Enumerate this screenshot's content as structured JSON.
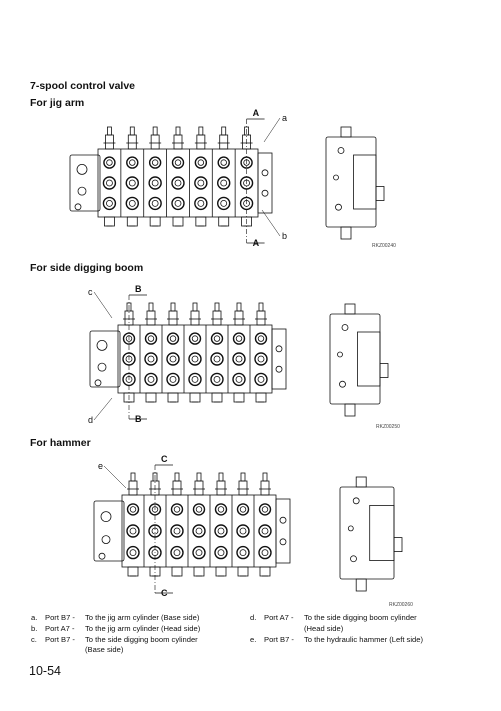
{
  "page": {
    "title": "7-spool control valve",
    "sections": [
      {
        "heading": "For jig arm",
        "code": "RKZ00240",
        "marker": "A",
        "callouts": [
          "a",
          "b"
        ]
      },
      {
        "heading": "For side digging boom",
        "code": "RKZ00250",
        "marker": "B",
        "callouts": [
          "c",
          "d"
        ]
      },
      {
        "heading": "For hammer",
        "code": "RKZ00260",
        "marker": "C",
        "callouts": [
          "e"
        ]
      }
    ],
    "notes_left": [
      {
        "key": "a.",
        "port": "Port B7 -",
        "text": "To the jig arm cylinder (Base side)",
        "cont": ""
      },
      {
        "key": "b.",
        "port": "Port A7 -",
        "text": "To the jig arm cylinder (Head side)",
        "cont": ""
      },
      {
        "key": "c.",
        "port": "Port B7 -",
        "text": "To the side digging boom cylinder",
        "cont": "(Base side)"
      }
    ],
    "notes_right": [
      {
        "key": "d.",
        "port": "Port A7 -",
        "text": "To the side digging boom cylinder",
        "cont": "(Head side)"
      },
      {
        "key": "e.",
        "port": "Port B7 -",
        "text": "To the hydraulic hammer (Left side)",
        "cont": ""
      }
    ],
    "page_number": "10-54"
  }
}
